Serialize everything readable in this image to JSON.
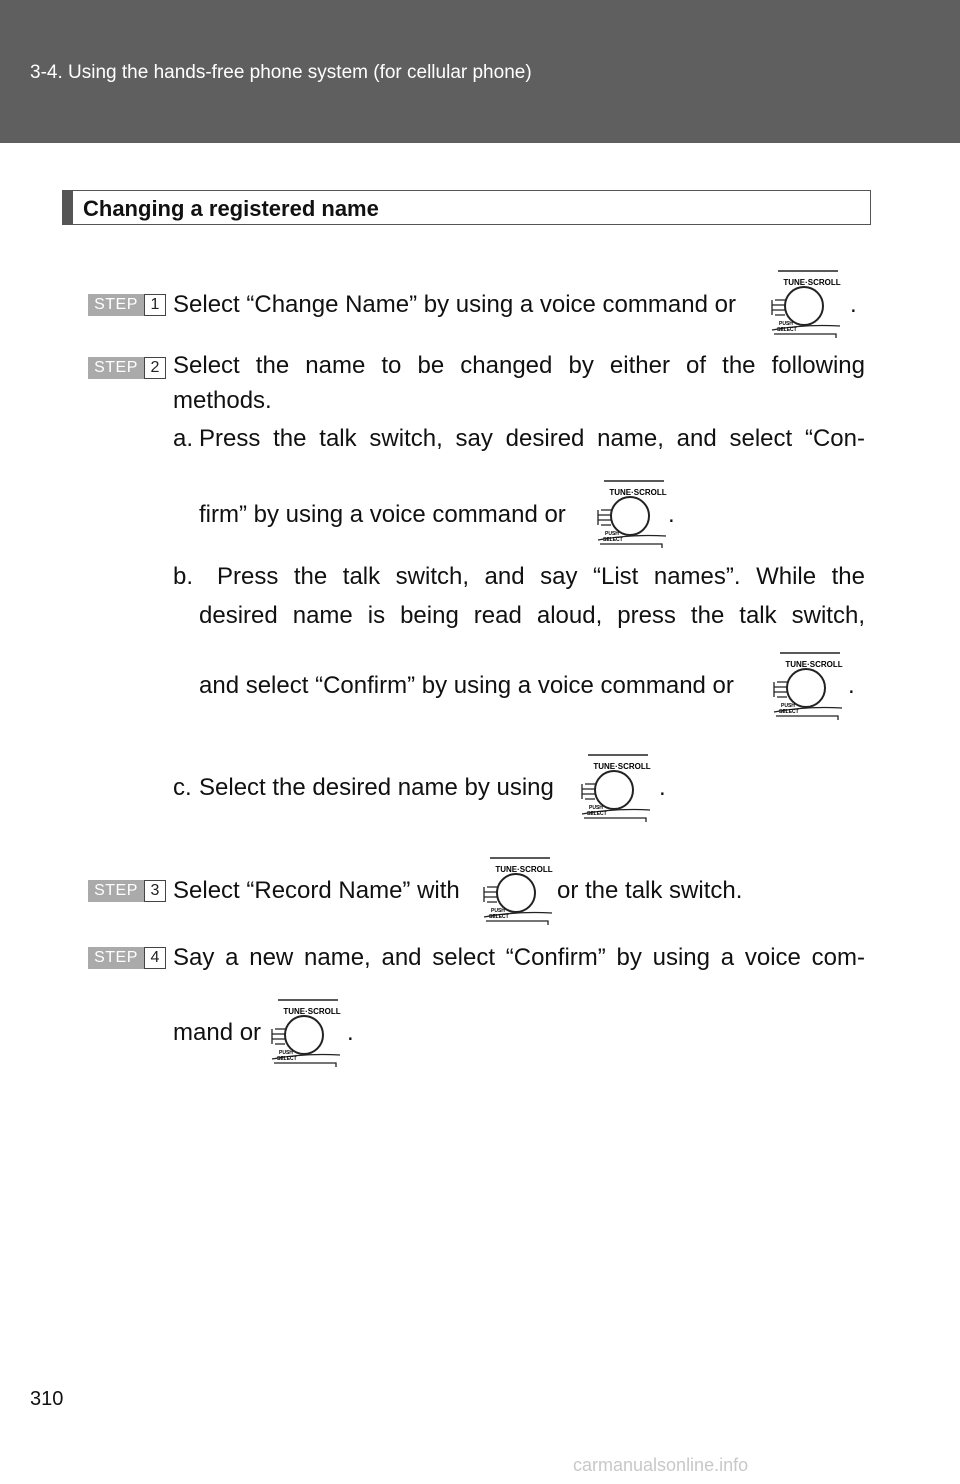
{
  "header": {
    "section_title": "3-4. Using the hands-free phone system (for cellular phone)"
  },
  "heading": {
    "title": "Changing a registered name"
  },
  "knob": {
    "top_label": "TUNE·SCROLL",
    "push_label": "PUSH",
    "select_label": "SELECT"
  },
  "steps": [
    {
      "badge": "STEP",
      "number": "1",
      "text": "Select “Change Name” by using a voice command or",
      "tail": "."
    },
    {
      "badge": "STEP",
      "number": "2",
      "line1": "Select the name to be changed by either of the following",
      "line2": "methods."
    },
    {
      "badge": "STEP",
      "number": "3",
      "text_before": "Select “Record Name” with",
      "text_after": "or the talk switch."
    },
    {
      "badge": "STEP",
      "number": "4",
      "line1": "Say a new name, and select “Confirm” by using a voice com-",
      "line2": "mand or",
      "tail": "."
    }
  ],
  "methods": {
    "a": {
      "marker": "a.",
      "line1": "Press the talk switch, say desired name, and select “Con-",
      "line2": "firm” by using a voice command or",
      "tail": "."
    },
    "b": {
      "marker": "b.",
      "line1": "Press the talk switch, and say “List names”. While the",
      "line2": "desired name is being read aloud, press the talk switch,",
      "line3": "and select “Confirm” by using a voice command or",
      "tail": "."
    },
    "c": {
      "marker": "c.",
      "text": "Select the desired name by using",
      "tail": "."
    }
  },
  "footer": {
    "page_number": "310",
    "watermark": "carmanualsonline.info"
  }
}
